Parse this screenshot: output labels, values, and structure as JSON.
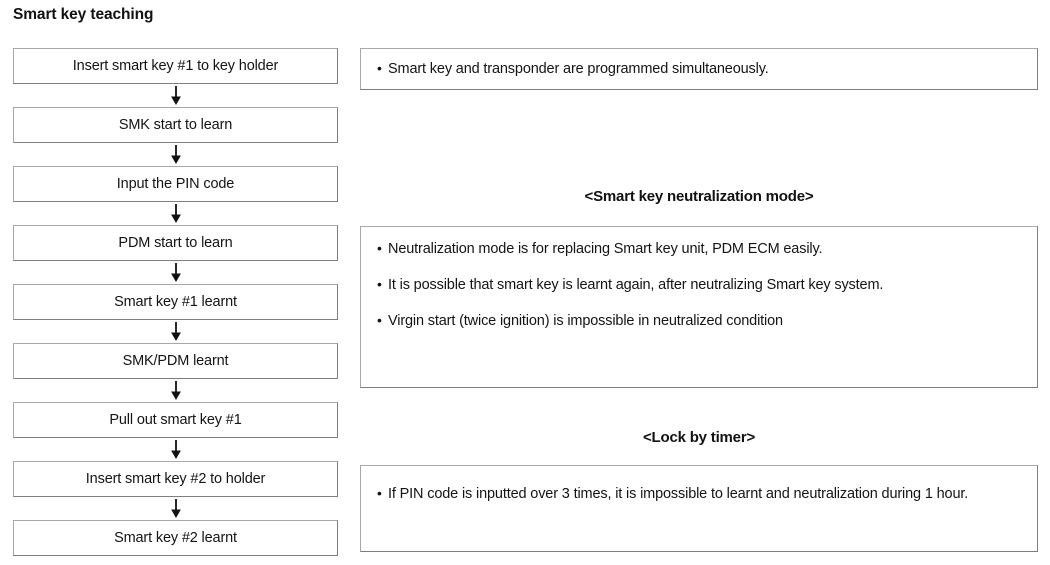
{
  "title": "Smart key teaching",
  "flow": {
    "steps": [
      {
        "label": "Insert smart key #1 to key holder"
      },
      {
        "label": "SMK start to learn"
      },
      {
        "label": "Input the PIN code"
      },
      {
        "label": "PDM start to learn"
      },
      {
        "label": "Smart key #1 learnt"
      },
      {
        "label": "SMK/PDM learnt"
      },
      {
        "label": "Pull out smart key #1"
      },
      {
        "label": "Insert smart key #2 to holder"
      },
      {
        "label": "Smart key #2 learnt"
      }
    ],
    "connector_icon": "down-arrow-icon"
  },
  "notes": {
    "programming": {
      "bullets": [
        "Smart key and transponder are programmed simultaneously."
      ]
    },
    "neutralization": {
      "heading": "<Smart key neutralization mode>",
      "bullets": [
        "Neutralization mode is for replacing Smart key unit, PDM ECM easily.",
        "It is possible that smart key is learnt again, after neutralizing Smart key system.",
        "Virgin start (twice ignition) is impossible in neutralized condition"
      ]
    },
    "lock_by_timer": {
      "heading": "<Lock by timer>",
      "bullets": [
        "If PIN code is inputted over 3 times, it is impossible to learnt and neutralization during 1 hour."
      ]
    }
  },
  "bullet_glyph": "•",
  "colors": {
    "background": "#ffffff",
    "border": "#7d7d7d",
    "border_light": "#a9a9a9",
    "text": "#141414"
  }
}
